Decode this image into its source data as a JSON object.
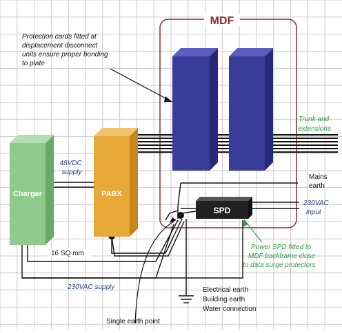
{
  "diagram": {
    "mdf_label": "MDF",
    "annotations": {
      "protection_cards": [
        "Protection cards fitted at",
        "displacement disconnect",
        "units ensure proper bonding",
        "to plate"
      ],
      "trunk": [
        "Trunk and",
        "extensions"
      ],
      "dc_supply": [
        "48VDC",
        "supply"
      ],
      "mains_earth": [
        "Mains",
        "earth"
      ],
      "vac_input": [
        "230VAC",
        "input"
      ],
      "power_spd": [
        "Power SPD fitted to",
        "MDF backframe close",
        "to data surge protectors"
      ],
      "cable": "16 SQ mm",
      "vac_supply": "230VAC supply",
      "earth_types": [
        "Electrical earth",
        "Building earth",
        "Water connection"
      ],
      "single_earth": "Single earth point"
    },
    "boxes": {
      "charger": "Charger",
      "pabx": "PABX",
      "spd": "SPD"
    },
    "colors": {
      "grid": "#c9c9c9",
      "mdf_border": "#8a2a2a",
      "mdf_label": "#8a2a2a",
      "protector": "#3a3c9a",
      "charger": "#8fca8c",
      "pabx": "#e7a838",
      "spd": "#222222",
      "green_note": "#2e9a46",
      "blue_note": "#2a3d8f"
    }
  }
}
